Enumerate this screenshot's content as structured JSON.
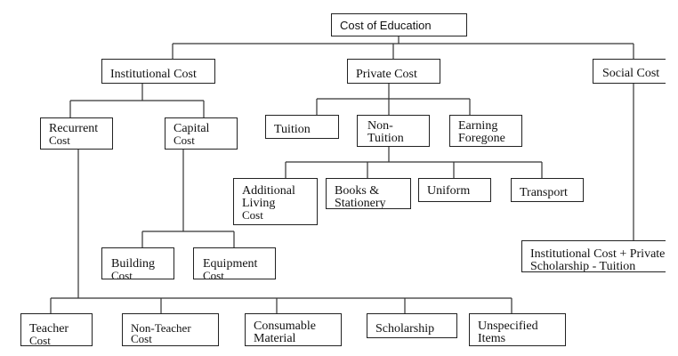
{
  "root": {
    "lines": [
      "Cost of Education"
    ]
  },
  "institutional": {
    "lines": [
      "Institutional Cost"
    ]
  },
  "private": {
    "lines": [
      "Private Cost"
    ]
  },
  "social": {
    "lines": [
      "Social Cost"
    ]
  },
  "recurrent": {
    "lines": [
      "Recurrent",
      "Cost"
    ]
  },
  "capital": {
    "lines": [
      "Capital",
      "Cost"
    ]
  },
  "tuition": {
    "lines": [
      "Tuition"
    ]
  },
  "non_tuition": {
    "lines": [
      "Non-",
      "Tuition"
    ]
  },
  "earning_foregone": {
    "lines": [
      "Earning",
      "Foregone"
    ]
  },
  "additional_living": {
    "lines": [
      "Additional",
      "Living",
      "Cost"
    ]
  },
  "books": {
    "lines": [
      "Books &",
      "Stationery"
    ]
  },
  "uniform": {
    "lines": [
      "Uniform"
    ]
  },
  "transport": {
    "lines": [
      "Transport"
    ]
  },
  "social_formula": {
    "lines": [
      "Institutional Cost + Private",
      "Scholarship - Tuition"
    ]
  },
  "building": {
    "lines": [
      "Building",
      "Cost"
    ]
  },
  "equipment": {
    "lines": [
      "Equipment",
      "Cost"
    ]
  },
  "teacher": {
    "lines": [
      "Teacher",
      "Cost"
    ]
  },
  "non_teacher": {
    "lines": [
      "Non-Teacher",
      "Cost"
    ]
  },
  "consumable": {
    "lines": [
      "Consumable",
      "Material"
    ]
  },
  "scholarship": {
    "lines": [
      "Scholarship"
    ]
  },
  "unspecified": {
    "lines": [
      "Unspecified",
      "Items"
    ]
  }
}
